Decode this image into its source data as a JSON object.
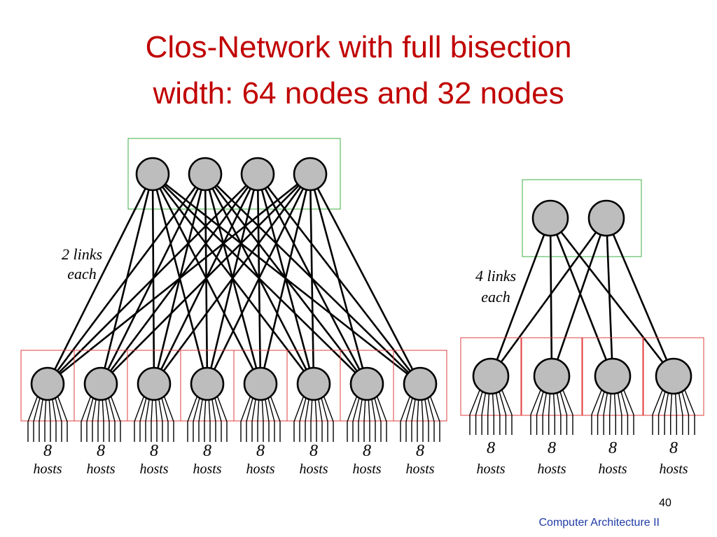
{
  "slide": {
    "title_line1": "Clos-Network with full bisection",
    "title_line2": "width: 64 nodes and  32 nodes",
    "page_number": "40",
    "footer": "Computer Architecture II"
  },
  "colors": {
    "title": "#c00000",
    "footer": "#1f3aa6",
    "spine_box": "#3cb043",
    "leaf_box": "#e03c3c",
    "node_fill": "#bdbdbd"
  },
  "left_network": {
    "spine_count": 4,
    "leaf_count": 8,
    "links_label_line1": "2 links",
    "links_label_line2": "each",
    "hosts_per_leaf": 8,
    "host_labels": [
      {
        "count": "8",
        "word": "hosts"
      },
      {
        "count": "8",
        "word": "hosts"
      },
      {
        "count": "8",
        "word": "hosts"
      },
      {
        "count": "8",
        "word": "hosts"
      },
      {
        "count": "8",
        "word": "hosts"
      },
      {
        "count": "8",
        "word": "hosts"
      },
      {
        "count": "8",
        "word": "hosts"
      },
      {
        "count": "8",
        "word": "hosts"
      }
    ]
  },
  "right_network": {
    "spine_count": 2,
    "leaf_count": 4,
    "links_label_line1": "4 links",
    "links_label_line2": "each",
    "hosts_per_leaf": 8,
    "host_labels": [
      {
        "count": "8",
        "word": "hosts"
      },
      {
        "count": "8",
        "word": "hosts"
      },
      {
        "count": "8",
        "word": "hosts"
      },
      {
        "count": "8",
        "word": "hosts"
      }
    ]
  }
}
